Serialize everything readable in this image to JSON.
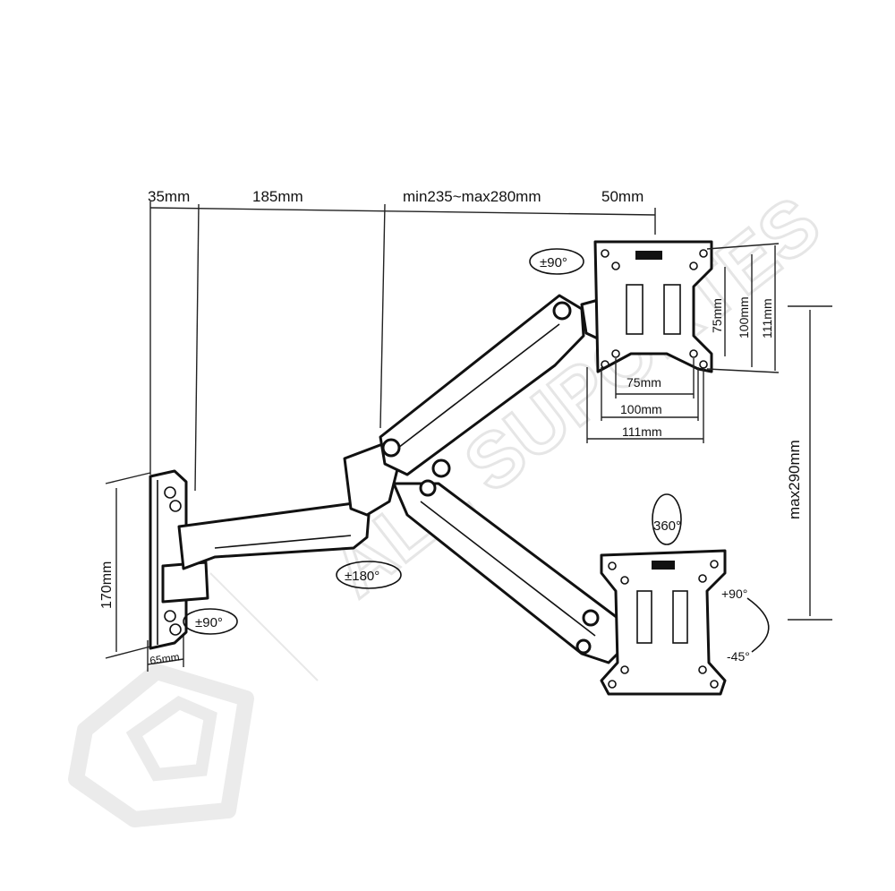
{
  "dimensions": {
    "wall_offset": "35mm",
    "first_arm": "185mm",
    "second_arm": "min235~max280mm",
    "tilt_offset": "50mm",
    "plate_height": "170mm",
    "plate_width": "65mm",
    "max_height": "max290mm"
  },
  "vesa": {
    "v75": "75mm",
    "v100": "100mm",
    "v111": "111mm",
    "h75": "75mm",
    "h100": "100mm",
    "h111": "111mm"
  },
  "rotations": {
    "top_swivel": "±90°",
    "joint_swivel": "±180°",
    "wall_swivel": "±90°",
    "rotate": "360°",
    "tilt_up": "+90°",
    "tilt_down": "-45°"
  },
  "watermark": "ALL SUPORTES"
}
